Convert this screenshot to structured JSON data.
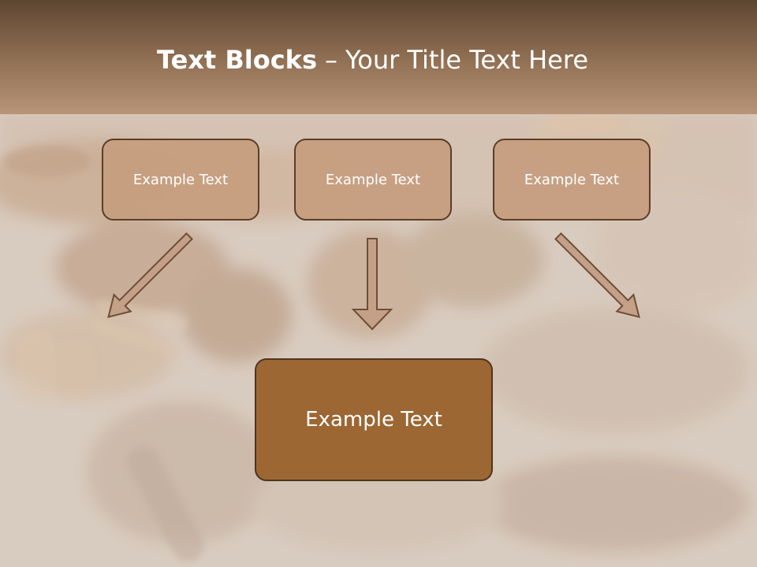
{
  "slide": {
    "title_bold": "Text Blocks",
    "title_separator": "–",
    "title_rest": "Your Title Text Here"
  },
  "blocks": {
    "top_left": "Example Text",
    "top_center": "Example Text",
    "top_right": "Example Text",
    "bottom": "Example Text"
  },
  "colors": {
    "title_band_top": "#5e4632",
    "title_band_bottom": "#b89478",
    "small_box_fill": "#c69e80",
    "large_box_fill": "#9c6733",
    "box_border": "#5b3e26",
    "arrow_fill": "#c4a088",
    "arrow_stroke": "#6e4e36"
  },
  "icons": {
    "arrow": "block-arrow-icon"
  }
}
